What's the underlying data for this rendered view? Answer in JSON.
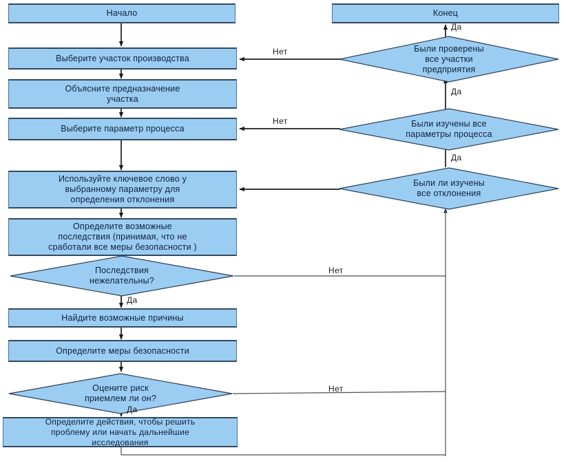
{
  "diagram": {
    "title": "HAZOP process flowchart",
    "colors": {
      "node_fill": "#9BCDF2",
      "node_border": "#33495f",
      "text": "#10203c",
      "connector": "#222222",
      "background": "#ffffff"
    },
    "nodes": {
      "start": {
        "label": "Начало",
        "shape": "process"
      },
      "select_area": {
        "label": "Выберите участок производства",
        "shape": "process"
      },
      "explain_purpose": {
        "label": "Объясните предназначение\nучастка",
        "shape": "process"
      },
      "select_parameter": {
        "label": "Выберите параметр процесса",
        "shape": "process"
      },
      "use_keyword": {
        "label": "Используйте ключевое слово у\nвыбранному параметру для\nопределения отклонения",
        "shape": "process"
      },
      "define_consequences": {
        "label": "Определите возможные\nпоследствия (принимая, что не\nсработали все меры безопасности )",
        "shape": "process"
      },
      "consequences_undesirable": {
        "label": "Последствия\nнежелательны?",
        "shape": "decision"
      },
      "find_causes": {
        "label": "Найдите возможные причины",
        "shape": "process"
      },
      "define_safety": {
        "label": "Определите меры безопасности",
        "shape": "process"
      },
      "assess_risk": {
        "label": "Оцените риск\nприемлем ли он?",
        "shape": "decision"
      },
      "define_actions": {
        "label": "Определите действия, чтобы решить\nпроблему или начать дальнейшие\nисследования",
        "shape": "process"
      },
      "end": {
        "label": "Конец",
        "shape": "process"
      },
      "all_areas_checked": {
        "label": "Были проверены\nвсе участки\nпредприятия",
        "shape": "decision"
      },
      "all_parameters_studied": {
        "label": "Были изучены все\nпараметры процесса",
        "shape": "decision"
      },
      "all_deviations_studied": {
        "label": "Были ли изучены\nвсе отклонения",
        "shape": "decision"
      }
    },
    "edge_labels": {
      "yes_to_end": "Да",
      "yes_areas": "Да",
      "yes_parameters": "Да",
      "no_to_select_area": "Нет",
      "no_to_select_parameter": "Нет",
      "yes_consequences": "Да",
      "no_consequences": "Нет",
      "yes_risk": "Да",
      "no_risk": "Нет"
    }
  }
}
